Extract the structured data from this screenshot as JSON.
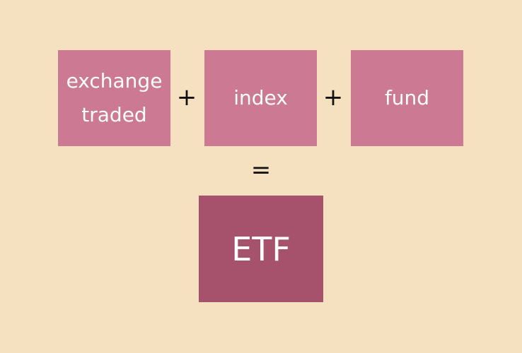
{
  "diagram": {
    "terms": [
      {
        "label": "exchange\ntraded"
      },
      {
        "label": "index"
      },
      {
        "label": "fund"
      }
    ],
    "operators": {
      "plus_1": "+",
      "plus_2": "+",
      "equals": "="
    },
    "result": {
      "label": "ETF"
    }
  },
  "colors": {
    "background": "#f5e0c0",
    "term_fill": "#cc7a94",
    "result_fill": "#a7526d",
    "text_on_box": "#ffffff",
    "operator": "#111111"
  }
}
